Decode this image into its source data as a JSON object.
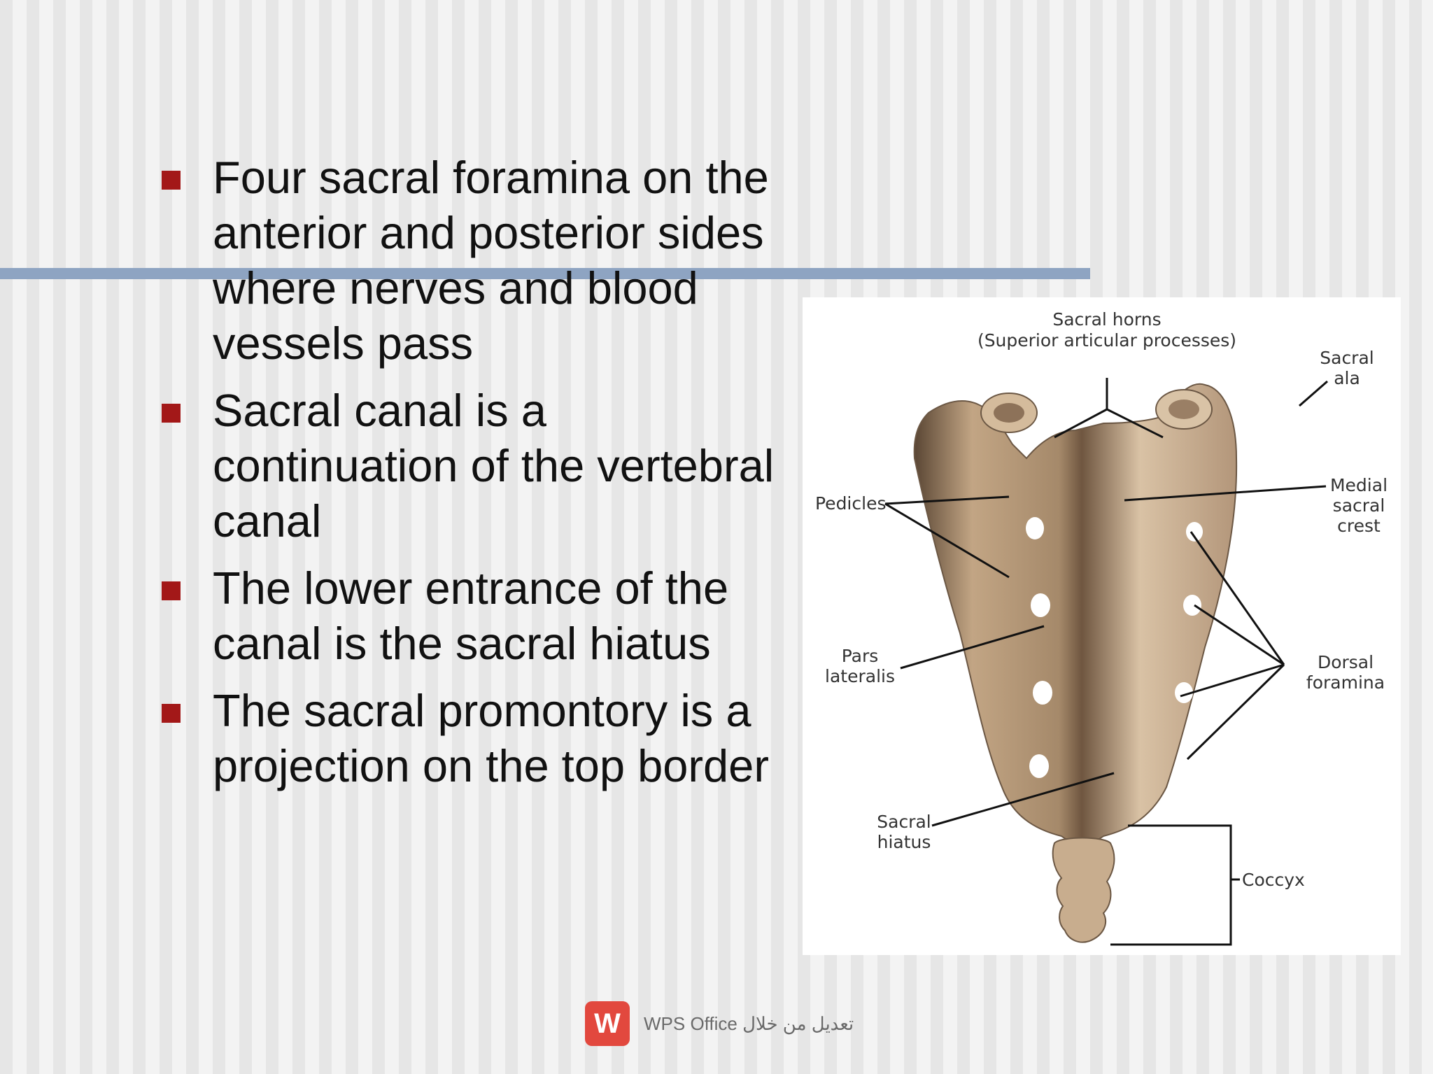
{
  "bullets": [
    "Four sacral foramina on the anterior and posterior sides where nerves and blood vessels pass",
    "Sacral canal is a continuation of the vertebral canal",
    "The lower entrance of the canal is the sacral hiatus",
    "The sacral promontory is a projection on the top border"
  ],
  "figure": {
    "labels": {
      "sacral_horns": "Sacral horns",
      "superior_articular": "(Superior articular processes)",
      "sacral_ala_1": "Sacral",
      "sacral_ala_2": "ala",
      "pedicles": "Pedicles",
      "medial_1": "Medial",
      "medial_2": "sacral",
      "medial_3": "crest",
      "pars_1": "Pars",
      "pars_2": "lateralis",
      "dorsal_1": "Dorsal",
      "dorsal_2": "foramina",
      "hiatus_1": "Sacral",
      "hiatus_2": "hiatus",
      "coccyx": "Coccyx"
    }
  },
  "watermark": {
    "logo_letter": "W",
    "text": "WPS Office تعديل من خلال"
  },
  "colors": {
    "bullet_marker": "#a31818",
    "rule": "#8ea4c2",
    "bone": "#c7ab8c"
  }
}
